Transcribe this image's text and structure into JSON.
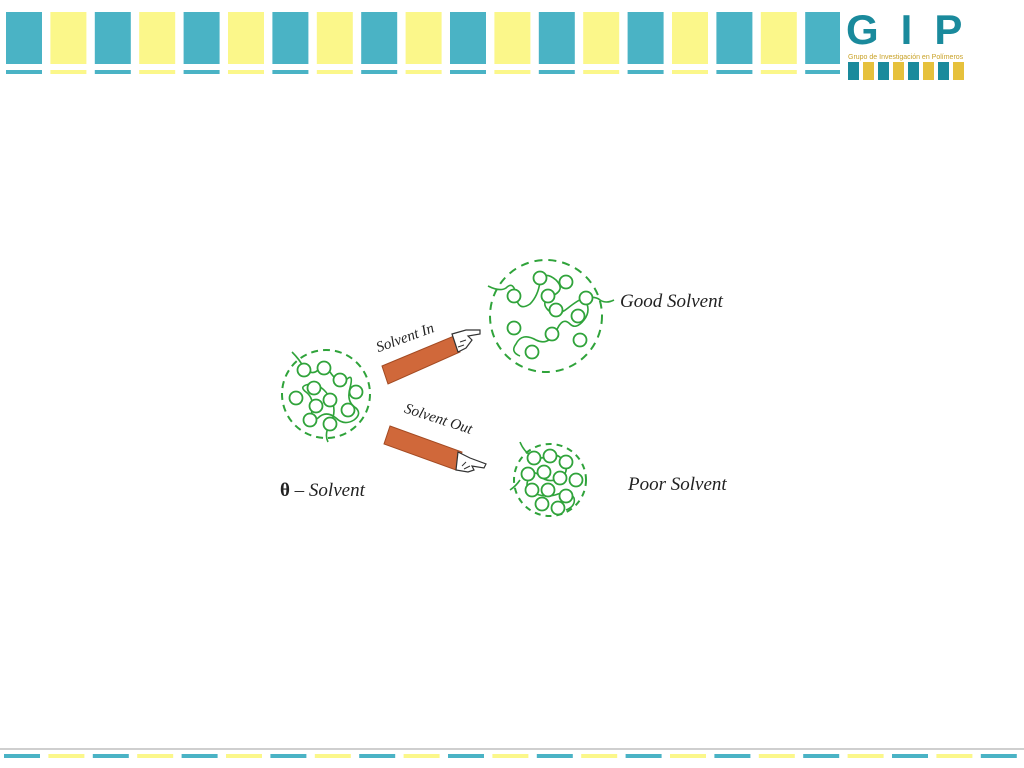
{
  "logo": {
    "text": "GIP",
    "subtitle": "Grupo de Investigación en Polímeros"
  },
  "colors": {
    "teal": "#4ab3c5",
    "yellow": "#fbf78a",
    "coil_green": "#2fa33a",
    "arrow_brown": "#d0683a",
    "logo_teal": "#1a8a9c",
    "logo_gold": "#e6c13c"
  },
  "diagram": {
    "theta_symbol": "θ",
    "theta_label": " – Solvent",
    "good_label": "Good Solvent",
    "poor_label": "Poor Solvent",
    "arrow_in_label": "Solvent In",
    "arrow_out_label": "Solvent Out",
    "icons": [
      "pointing-hand-icon",
      "pointing-hand-icon"
    ]
  }
}
